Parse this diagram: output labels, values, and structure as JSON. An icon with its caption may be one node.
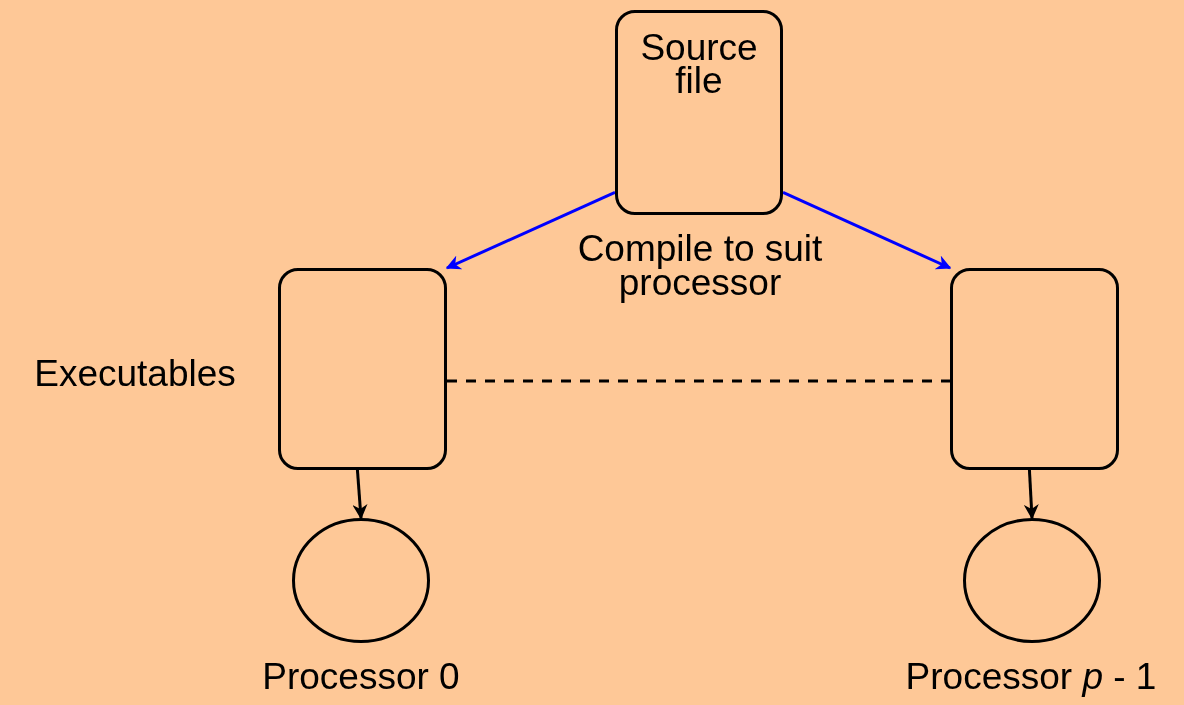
{
  "diagram": {
    "nodes": [
      {
        "text": [
          "Source file"
        ]
      },
      {
        "text": [],
        "shape": "box"
      },
      {
        "text": [],
        "shape": "box"
      },
      {
        "text": [],
        "shape": "circle",
        "beside": [
          "Processor 0"
        ]
      },
      {
        "text": [],
        "shape": "circle",
        "beside": [
          "Processor *p* - 1"
        ]
      }
    ],
    "edges": [
      {
        "from": 0,
        "to": 1,
        "arrow": "to",
        "color": "#0000ff"
      },
      {
        "from": 0,
        "to": 2,
        "arrow": "to",
        "color": "#0000ff"
      },
      {
        "from": 1,
        "to": 2,
        "arrow": "none",
        "style": "dashed"
      },
      {
        "from": 1,
        "to": 3,
        "arrow": "to"
      },
      {
        "from": 2,
        "to": 4,
        "arrow": "to"
      }
    ],
    "labels": [
      "Compile to suit processor",
      "Executables"
    ]
  }
}
